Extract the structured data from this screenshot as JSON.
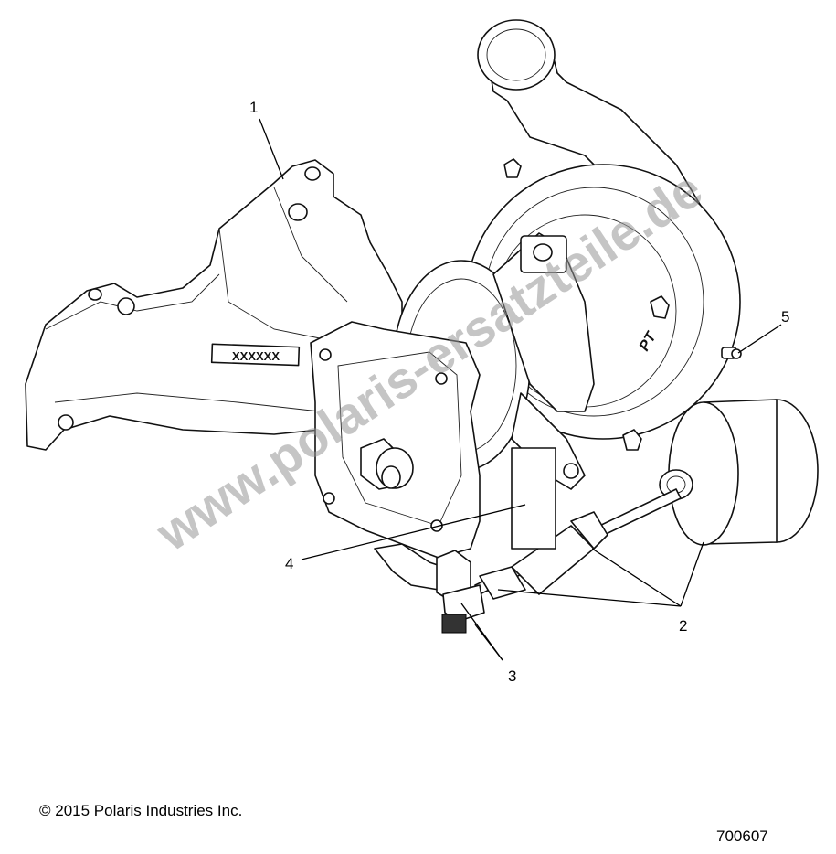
{
  "diagram": {
    "callouts": [
      "1",
      "2",
      "3",
      "4",
      "5"
    ],
    "part_marking": "XXXXXX",
    "housing_marking": "PT"
  },
  "footer": {
    "copyright": "© 2015 Polaris Industries Inc.",
    "part_number": "700607"
  },
  "watermark": "www.polaris-ersatzteile.de"
}
